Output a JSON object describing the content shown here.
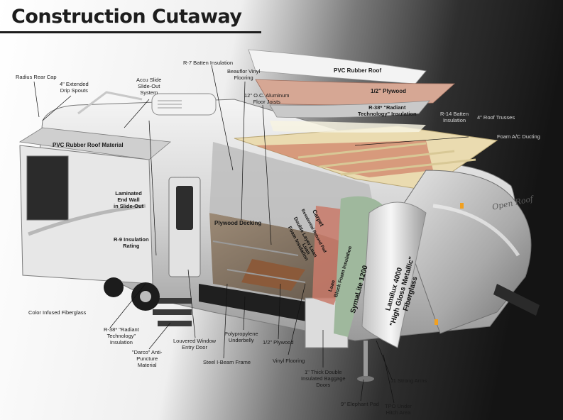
{
  "title": "Construction Cutaway",
  "labels": {
    "radius_rear_cap": "Radius Rear Cap",
    "extended_drip_spouts": "4\" Extended\nDrip Spouts",
    "accu_slide": "Accu Slide\nSlide-Out\nSystem",
    "r7_batten": "R-7 Batten Insulation",
    "beauflor": "Beauflor Vinyl\nFlooring",
    "floor_joists": "12\" O.C. Aluminum\nFloor Joists",
    "pvc_roof": "PVC Rubber Roof",
    "plywood_roof": "1/2\" Plywood",
    "radiant_roof": "R-38* \"Radiant\nTechnology\" Insulation",
    "r14_batten": "R-14 Batten\nInsulation",
    "roof_trusses": "4\" Roof Trusses",
    "foam_ac": "Foam A/C Ducting",
    "pvc_slide_roof": "PVC Rubber Roof Material",
    "laminated_end_wall": "Laminated\nEnd Wall\nin Slide-Out",
    "r9_rating": "R-9 Insulation\nRating",
    "plywood_decking": "Plywood Decking",
    "carpet": "Carpet",
    "rebond_pad": "Residential Rebond Pad",
    "double_luan": "Double Layer Luan",
    "foam_insulation": "Foam Insulation",
    "luan": "Luan",
    "luan2": "Luan",
    "block_foam": "Block Foam Insulation",
    "symalite": "SymaLite 1200",
    "lamilux": "Lamilux 4000\n\"High Gloss Metallic\"\nFiberglass",
    "color_fiberglass": "Color Infused Fiberglass",
    "r38_floor": "R-38* \"Radiant\nTechnology\"\nInsulation",
    "darco": "\"Darco\" Anti-\nPuncture\nMaterial",
    "louvered": "Louvered Window\nEntry Door",
    "steel_ibeam": "Steel I-Beam Frame",
    "polypropylene": "Polypropylene\nUnderbelly",
    "plywood_floor": "1/2\" Plywood",
    "vinyl_flooring": "Vinyl Flooring",
    "baggage_doors": "1\" Thick Double\nInsulated Baggage\nDoors",
    "strong_arms": "J1 Strong Arms",
    "elephant_pad": "9\" Elephant Pad",
    "tpo_hitch": "TPO Under\nHitch Area",
    "badge": "Open Roof"
  },
  "colors": {
    "background_dark": "#161616",
    "background_light": "#ffffff",
    "shell": "#dcdcdc",
    "plywood": "#eadbb0",
    "floor_red": "#c96e5a",
    "symalite_green": "#9fb89d",
    "underbelly": "#1f1f1f"
  }
}
